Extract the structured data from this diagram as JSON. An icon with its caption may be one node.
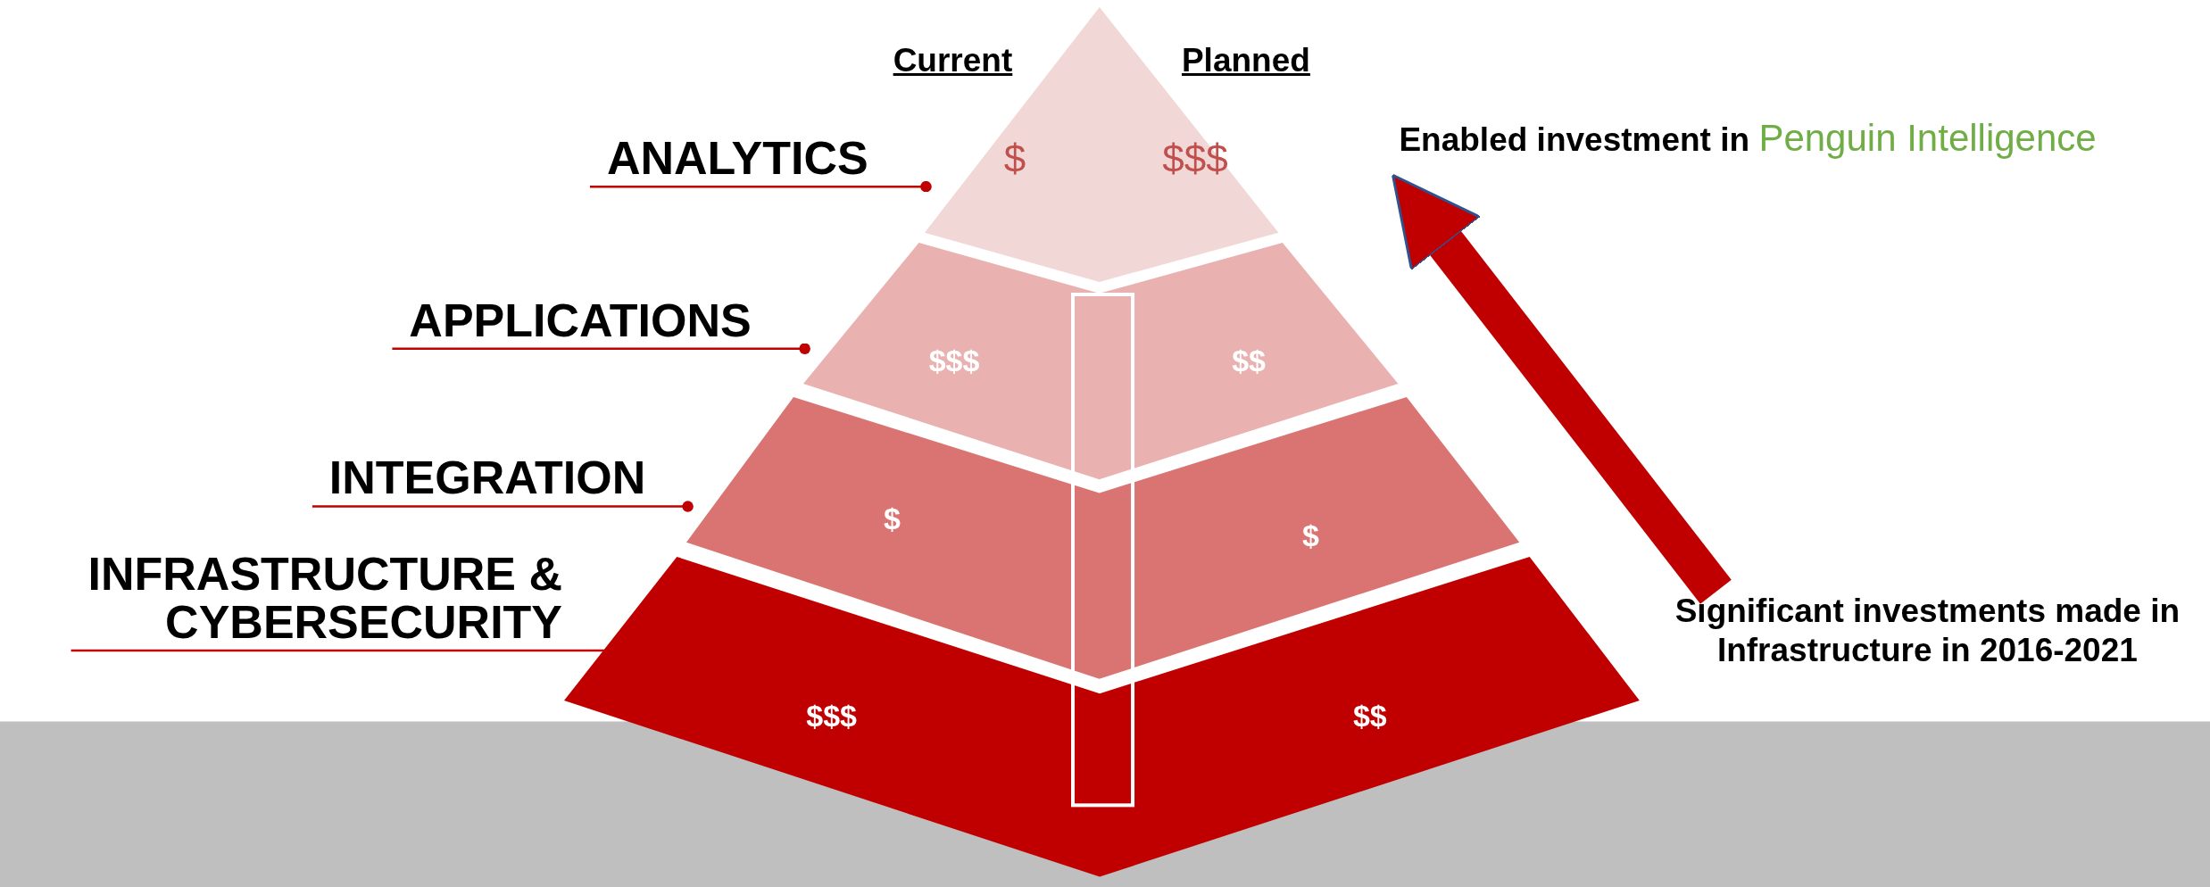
{
  "diagram": {
    "nodes": [
      {
        "text": [
          "ANALYTICS"
        ]
      },
      {
        "text": [
          "APPLICATIONS"
        ]
      },
      {
        "text": [
          "INTEGRATION"
        ]
      },
      {
        "text": [
          "INFRASTRUCTURE & CYBERSECURITY"
        ]
      },
      {
        "text": [
          "$",
          "$$$"
        ]
      },
      {
        "text": [
          "$$$",
          "$$"
        ]
      },
      {
        "text": [
          "$",
          "$"
        ]
      },
      {
        "text": [
          "$$$",
          "$$"
        ]
      },
      {
        "text": [
          "Significant investments made in Infrastructure in 2016-2021"
        ]
      },
      {
        "text": [
          "Enabled investment in",
          "Penguin Intelligence"
        ]
      },
      {
        "text": [],
        "shape": "box"
      }
    ],
    "edges": [
      {
        "from": 0,
        "to": 4,
        "arrow": "other"
      },
      {
        "from": 1,
        "to": 5,
        "arrow": "other"
      },
      {
        "from": 2,
        "to": 6,
        "arrow": "other"
      },
      {
        "from": 3,
        "to": 7,
        "arrow": "none"
      },
      {
        "from": 8,
        "to": 9,
        "arrow": "to",
        "style": "thick",
        "color": "#c00000"
      }
    ],
    "labels": [
      "Current",
      "Planned"
    ]
  }
}
